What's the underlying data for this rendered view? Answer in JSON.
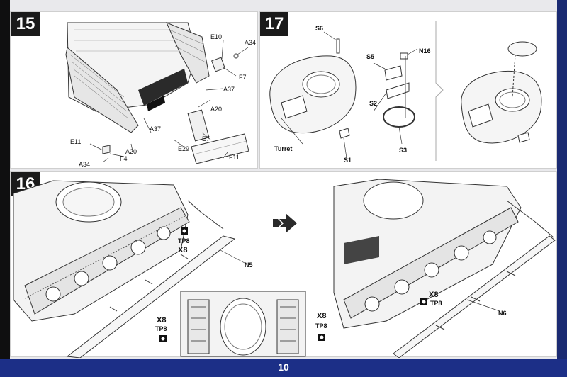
{
  "page": {
    "number": "10"
  },
  "step15": {
    "number": "15",
    "labels": [
      "E10",
      "A34",
      "F7",
      "A37",
      "A20",
      "A37",
      "E7",
      "E29",
      "F11",
      "E11",
      "F4",
      "A20",
      "A34"
    ]
  },
  "step17": {
    "number": "17",
    "labels": [
      "S6",
      "S5",
      "N16",
      "S2",
      "S3",
      "S1",
      "Turret"
    ]
  },
  "step16": {
    "number": "16",
    "left": {
      "qty": "X8",
      "tp": "TP8",
      "part": "N5"
    },
    "center": {
      "qty_left": "X8",
      "tp_left": "TP8",
      "qty_right": "X8",
      "tp_right": "TP8"
    },
    "right": {
      "qty": "X8",
      "tp": "TP8",
      "part": "N6"
    }
  },
  "colors": {
    "footer": "#1c2f87",
    "step_box": "#1a1a1a",
    "line": "#333333"
  },
  "icons": [
    "glue-icon",
    "arrow-icon"
  ]
}
